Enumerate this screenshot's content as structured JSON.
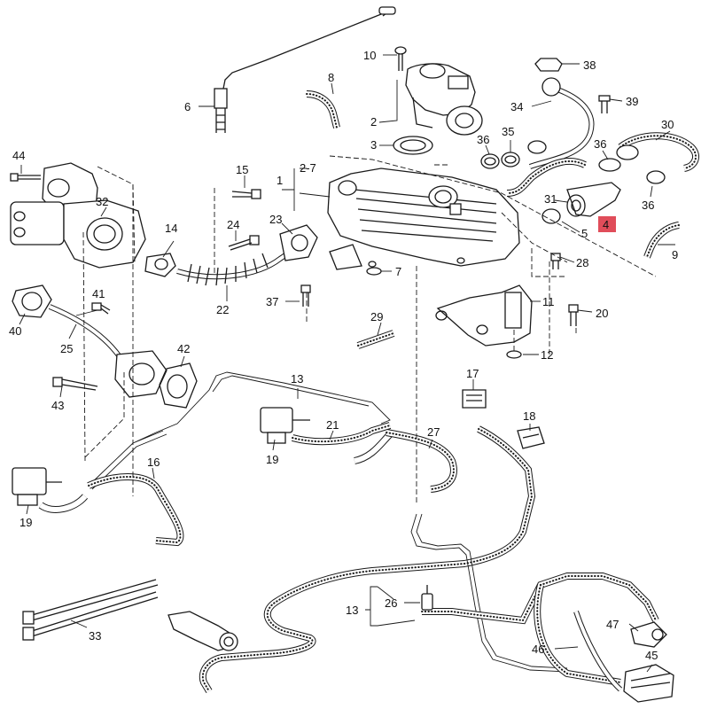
{
  "diagram": {
    "highlighted_part": "4",
    "callouts": {
      "c10": "10",
      "c38": "38",
      "c6": "6",
      "c8": "8",
      "c39": "39",
      "c34": "34",
      "c2": "2",
      "c3": "3",
      "c36a": "36",
      "c35": "35",
      "c30": "30",
      "c36b": "36",
      "c44": "44",
      "c15": "15",
      "c1": "1",
      "c2to7": "2-7",
      "c32": "32",
      "c24": "24",
      "c14": "14",
      "c23": "23",
      "c31": "31",
      "c36c": "36",
      "c5": "5",
      "c4": "4",
      "c9": "9",
      "c28": "28",
      "c7": "7",
      "c41": "41",
      "c22": "22",
      "c37": "37",
      "c11": "11",
      "c20": "20",
      "c40": "40",
      "c29": "29",
      "c25": "25",
      "c12": "12",
      "c42": "42",
      "c43": "43",
      "c13a": "13",
      "c17": "17",
      "c18": "18",
      "c21": "21",
      "c27": "27",
      "c19a": "19",
      "c16": "16",
      "c19b": "19",
      "c26": "26",
      "c13b": "13",
      "c47": "47",
      "c33": "33",
      "c46": "46",
      "c45": "45"
    }
  }
}
